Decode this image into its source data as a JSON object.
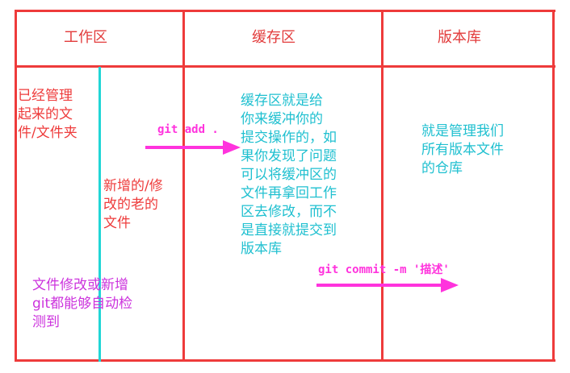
{
  "headers": {
    "working": "工作区",
    "staging": "缓存区",
    "repository": "版本库"
  },
  "working_area": {
    "tracked_text": "已经管理\n起来的文\n件/文件夹",
    "new_modified_text": "新增的/修\n改的老的\n文件",
    "auto_detect_text": "文件修改或新增\ngit都能够自动检\n测到"
  },
  "staging_area": {
    "description": "缓存区就是给\n你来缓冲你的\n提交操作的，如\n果你发现了问题\n可以将缓冲区的\n文件再拿回工作\n区去修改，而不\n是直接就提交到\n版本库"
  },
  "repository_area": {
    "description": "就是管理我们\n所有版本文件\n的仓库"
  },
  "commands": {
    "add": "git add .",
    "commit": "git commit -m '描述'"
  },
  "colors": {
    "grid": "#ee3b3b",
    "divider": "#20d6d6",
    "arrow": "#ff33dd",
    "tracked_text": "#ee3b3b",
    "new_text": "#ee3b3b",
    "auto_detect_text": "#cc33dd",
    "staging_text": "#20c0d0",
    "repository_text": "#20c0d0"
  }
}
